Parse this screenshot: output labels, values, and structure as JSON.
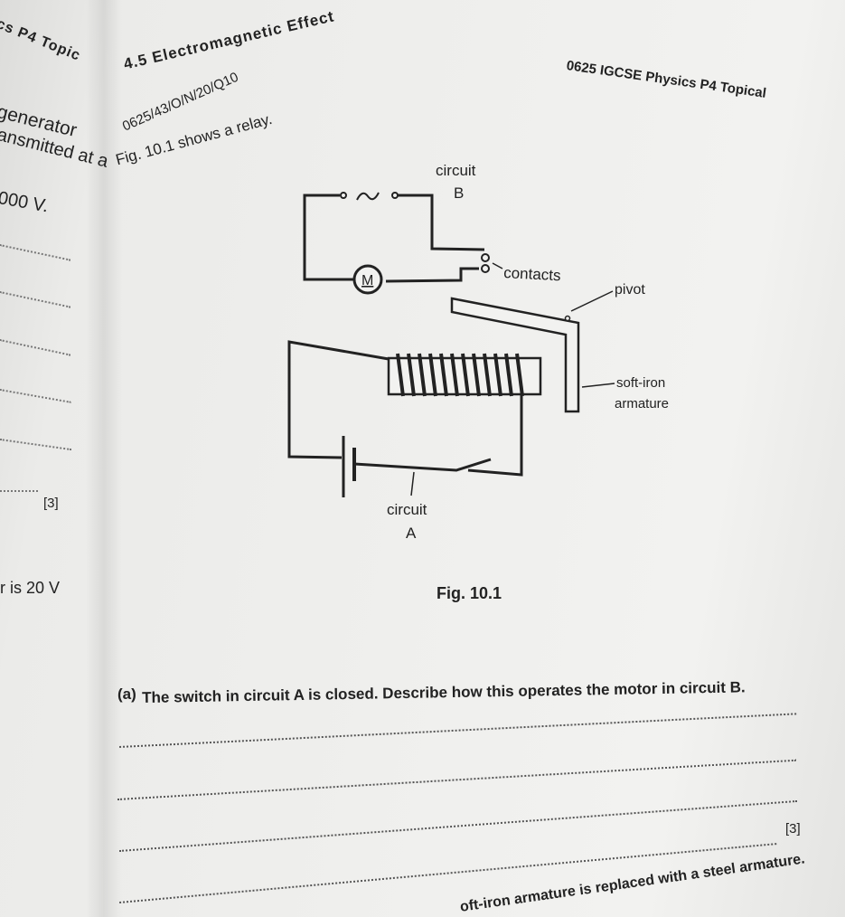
{
  "left_page": {
    "header_fragment": "cs P4 Topic",
    "text_fragments": [
      "generator",
      "ansmitted at a",
      "000 V."
    ],
    "marks": "[3]",
    "bottom_fragment": "r is 20 V"
  },
  "header": {
    "section": "4.5 Electromagnetic Effect",
    "title": "0625 IGCSE Physics P4 Topical"
  },
  "question": {
    "code": "0625/43/O/N/20/Q10",
    "intro": "Fig. 10.1 shows a relay.",
    "figure": {
      "caption": "Fig. 10.1",
      "labels": {
        "circuit_b": [
          "circuit",
          "B"
        ],
        "motor": "M",
        "contacts": "contacts",
        "pivot": "pivot",
        "armature": [
          "soft-iron",
          "armature"
        ],
        "circuit_a": [
          "circuit",
          "A"
        ]
      }
    },
    "part_a": {
      "label": "(a)",
      "text": "The switch in circuit A is closed. Describe how this operates the motor in circuit B.",
      "marks": "[3]"
    },
    "part_b_fragment": "oft-iron armature is replaced with a steel armature."
  }
}
